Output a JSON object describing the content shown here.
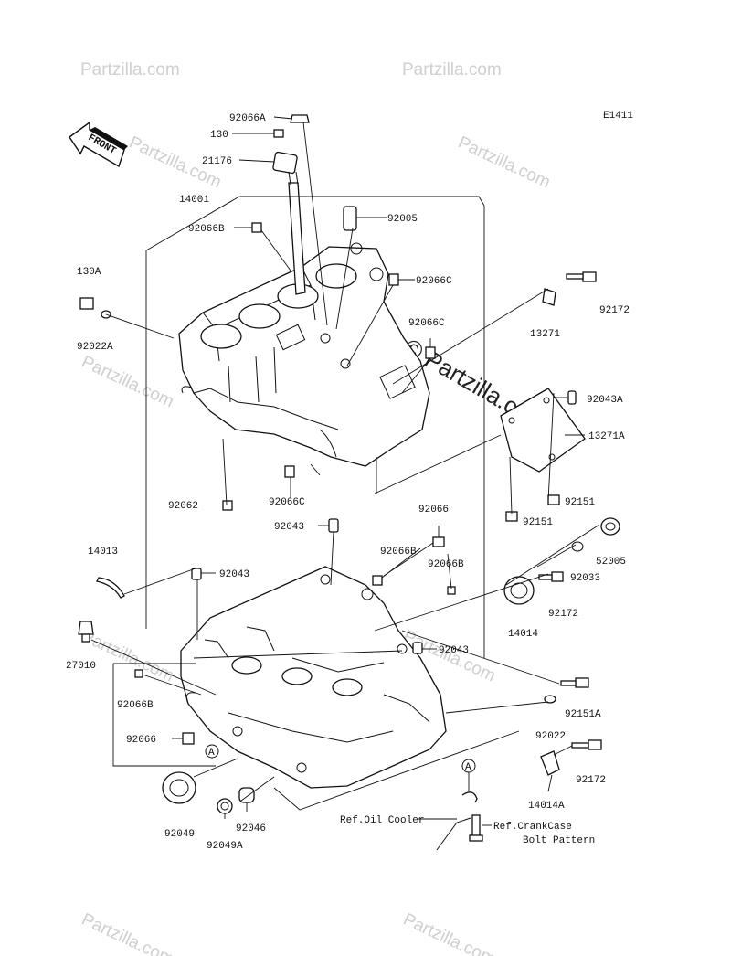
{
  "diagram_code": "E1411",
  "front_arrow_label": "FRONT",
  "watermark": "Partzilla.com",
  "watermark_main": "© Partzilla.com",
  "callouts": {
    "p92066A": "92066A",
    "p130": "130",
    "p21176": "21176",
    "p14001": "14001",
    "p92005": "92005",
    "p92066B_top": "92066B",
    "p130A": "130A",
    "p92066C_a": "92066C",
    "p92172_a": "92172",
    "p92022A": "92022A",
    "p13271": "13271",
    "p92066C_b": "92066C",
    "p92043A": "92043A",
    "p13271A": "13271A",
    "p92062": "92062",
    "p92066C_c": "92066C",
    "p92151_a": "92151",
    "p92151_b": "92151",
    "p92066": "92066",
    "p92043_a": "92043",
    "p52005": "52005",
    "p14013": "14013",
    "p92066B_a": "92066B",
    "p92066B_b": "92066B",
    "p92033": "92033",
    "p92043_b": "92043",
    "p92172_b": "92172",
    "p14014": "14014",
    "p27010": "27010",
    "p92043_c": "92043",
    "p92066B_c": "92066B",
    "p92151A": "92151A",
    "p92066_b": "92066",
    "p92022": "92022",
    "p92172_c": "92172",
    "p14014A": "14014A",
    "p92049": "92049",
    "p92049A": "92049A",
    "p92046": "92046"
  },
  "markers": {
    "a1": "A",
    "a2": "A"
  },
  "refs": {
    "oil_cooler": "Ref.Oil Cooler",
    "crankcase_line1": "Ref.CrankCase",
    "crankcase_line2": "Bolt Pattern"
  }
}
